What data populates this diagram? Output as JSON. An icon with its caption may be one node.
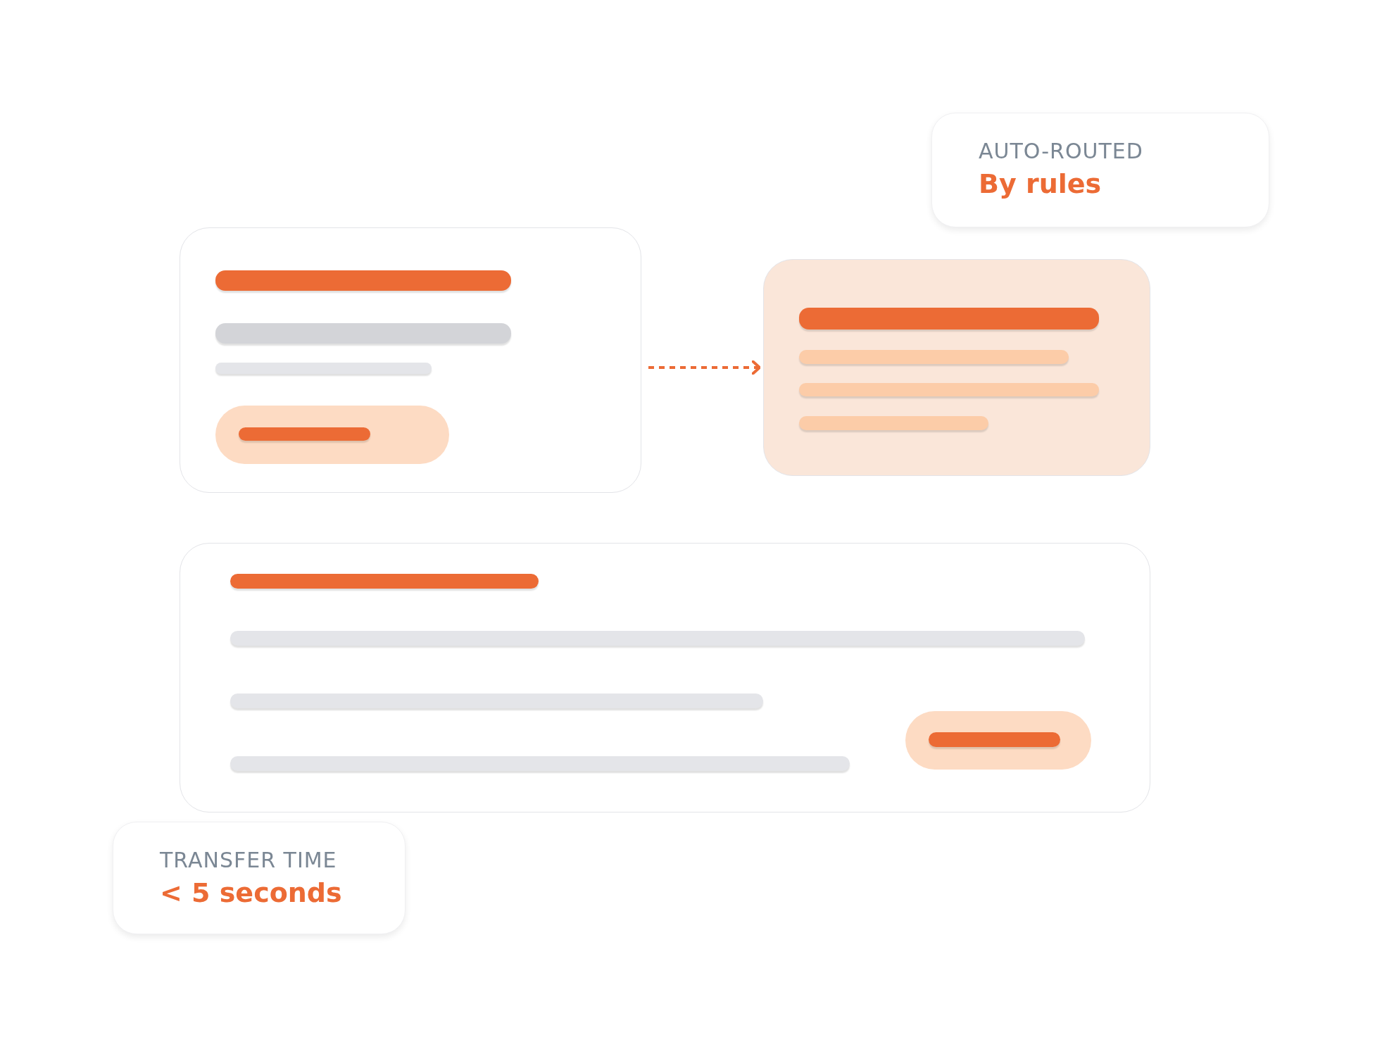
{
  "diagram": {
    "nodes": [
      {
        "text": [],
        "shape": "box"
      },
      {
        "text": [],
        "shape": "box"
      },
      {
        "text": [
          "AUTO-ROUTED",
          "By rules"
        ]
      },
      {
        "text": [],
        "shape": "box"
      },
      {
        "text": [
          "TRANSFER TIME",
          "< 5 seconds"
        ]
      }
    ],
    "edges": [
      {
        "from": 0,
        "to": 1,
        "arrow": "to",
        "style": "dashed"
      }
    ]
  }
}
